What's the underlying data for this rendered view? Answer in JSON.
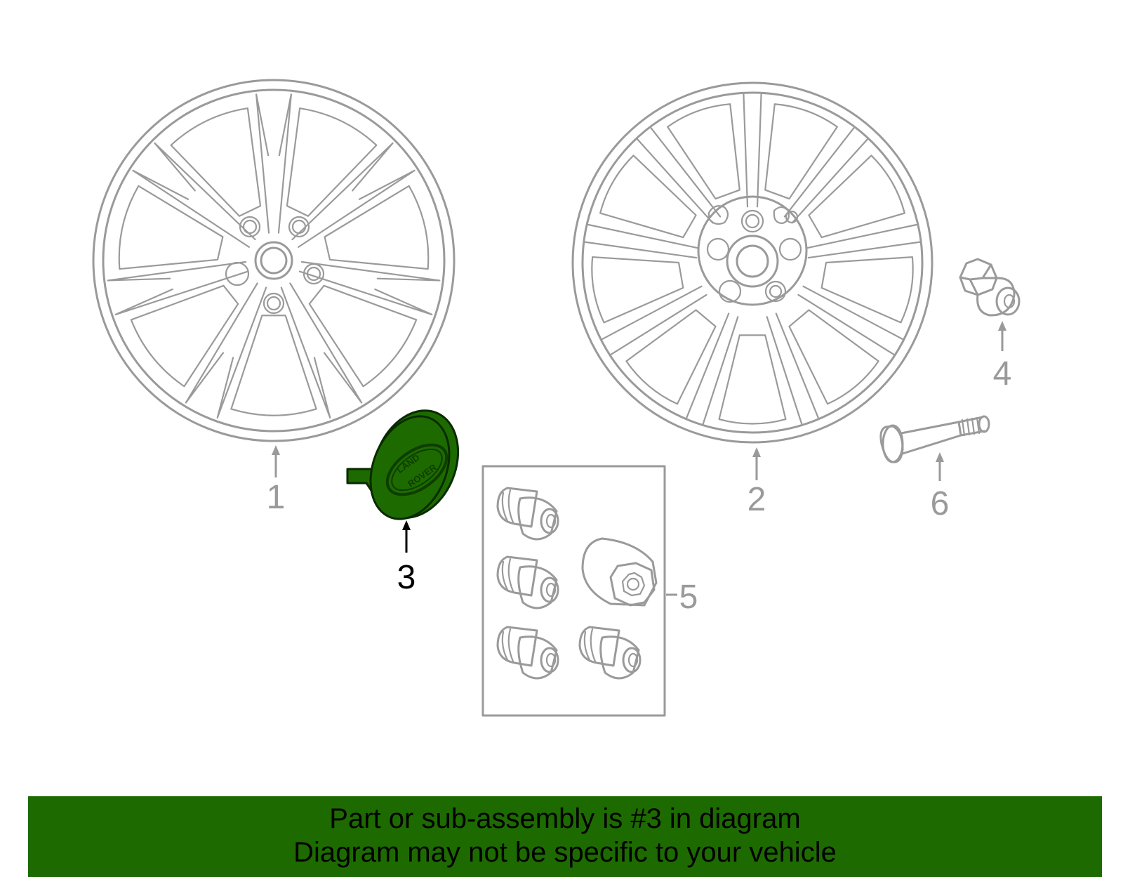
{
  "colors": {
    "highlight": "#1d6b00",
    "outline": "#9a9a9a",
    "banner": "#1d6b00",
    "cap_ring": "#0e3d00",
    "callout_highlight": "#000000",
    "callout_normal": "#9a9a9a"
  },
  "callouts": {
    "c1": "1",
    "c2": "2",
    "c3": "3",
    "c4": "4",
    "c5": "5",
    "c6": "6"
  },
  "highlighted_part": "3",
  "cap_logo": {
    "line1": "LAND",
    "line2": "ROVER"
  },
  "banner": {
    "line1": "Part or sub-assembly is #3 in diagram",
    "line2": "Diagram may not be specific to your vehicle"
  }
}
